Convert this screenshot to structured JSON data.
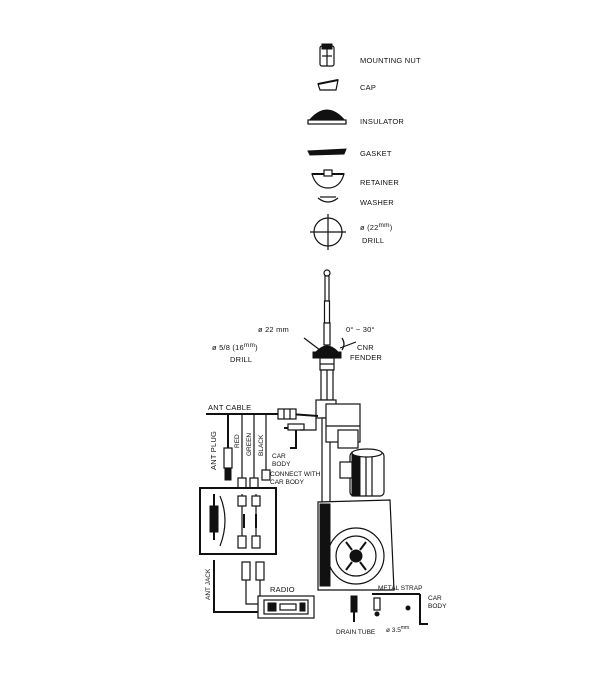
{
  "parts": {
    "mounting_nut": "MOUNTING NUT",
    "cap": "CAP",
    "insulator": "INSULATOR",
    "gasket": "GASKET",
    "retainer": "RETAINER",
    "washer": "WASHER",
    "drill_top_dia": "ø  (22",
    "drill_top_unit": "mm",
    "drill_top_close": ")",
    "drill_top_label": "DRILL"
  },
  "assembly": {
    "dia_22": "ø 22 mm",
    "angle": "0° ~ 30°",
    "cnr": "CNR",
    "fender": "FENDER",
    "drill_58": "ø 5/8 (16",
    "drill_58_unit": "mm",
    "drill_58_close": ")",
    "drill_58_label": "DRILL"
  },
  "wiring": {
    "ant_cable": "ANT CABLE",
    "ant_plug": "ANT PLUG",
    "red": "RED",
    "green": "GREEN",
    "black": "BLACK",
    "car_body_1": "CAR",
    "car_body_2": "BODY",
    "connect_1": "CONNECT WITH",
    "connect_2": "CAR BODY",
    "ant_jack": "ANT JACK",
    "radio": "RADIO"
  },
  "bottom": {
    "metal_strap": "METAL STRAP",
    "car_1": "CAR",
    "body_2": "BODY",
    "drain_tube": "DRAIN TUBE",
    "dia_35": "ø 3.5",
    "dia_35_unit": "mm"
  }
}
